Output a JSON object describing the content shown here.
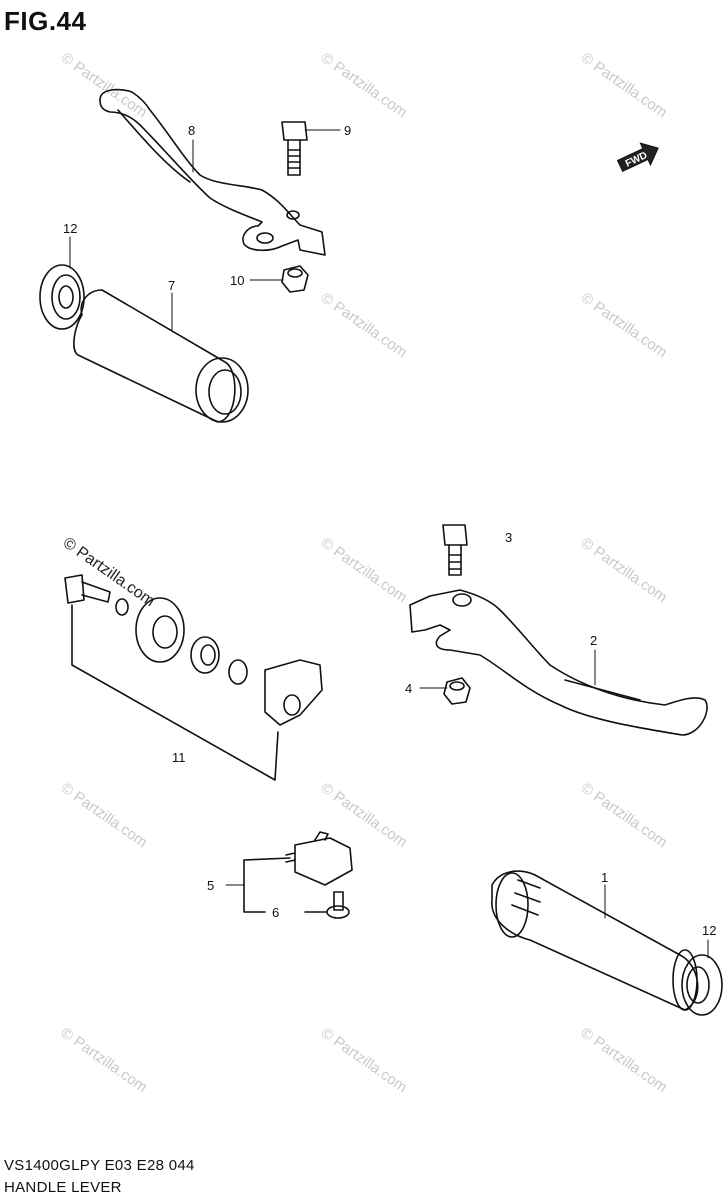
{
  "figure": {
    "title": "FIG.44"
  },
  "footer": {
    "model_code": "VS1400GLPY E03 E28  044",
    "section_name": "HANDLE LEVER"
  },
  "fwd_indicator": {
    "label": "FWD"
  },
  "watermarks": {
    "text": "© Partzilla.com",
    "top_left_text": "© Partzilla.com"
  },
  "callouts": {
    "p1": "1",
    "p2": "2",
    "p3": "3",
    "p4": "4",
    "p5": "5",
    "p6": "6",
    "p7": "7",
    "p8": "8",
    "p9": "9",
    "p10": "10",
    "p11": "11",
    "p12a": "12",
    "p12b": "12"
  },
  "colors": {
    "line": "#111111",
    "watermark": "#c9c9c9",
    "background": "#ffffff"
  }
}
